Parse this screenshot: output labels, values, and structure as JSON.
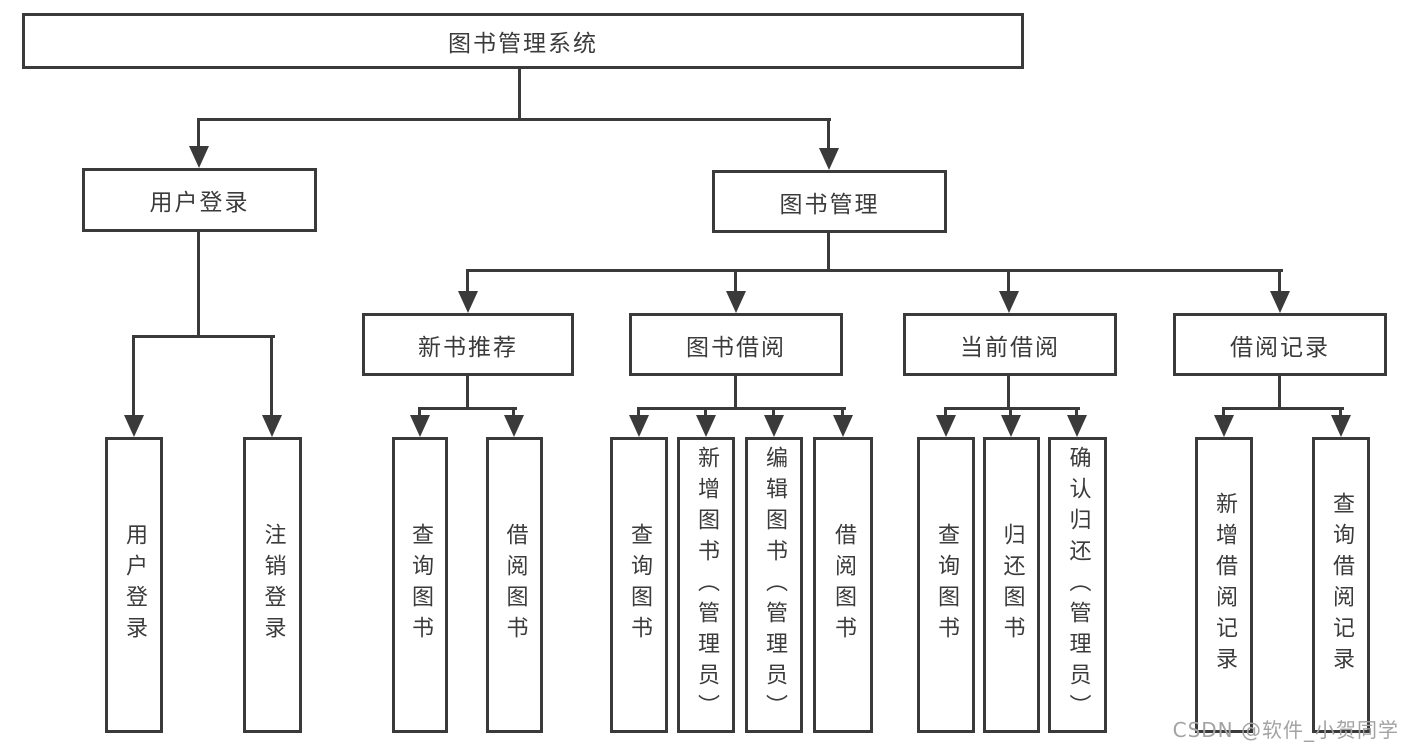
{
  "title": "图书管理系统",
  "watermark": "CSDN @软件_小贺同学",
  "nodes": {
    "user_login": "用户登录",
    "book_mgmt": "图书管理",
    "new_books": "新书推荐",
    "book_borrow": "图书借阅",
    "current_borrow": "当前借阅",
    "borrow_records": "借阅记录"
  },
  "leaves": {
    "login": "用户登录",
    "logout": "注销登录",
    "nb_query": "查询图书",
    "nb_borrow": "借阅图书",
    "bb_query": "查询图书",
    "bb_add": "新增图书（管理员）",
    "bb_edit": "编辑图书（管理员）",
    "bb_borrow": "借阅图书",
    "cb_query": "查询图书",
    "cb_return": "归还图书",
    "cb_confirm": "确认归还（管理员）",
    "br_add": "新增借阅记录",
    "br_query": "查询借阅记录"
  }
}
